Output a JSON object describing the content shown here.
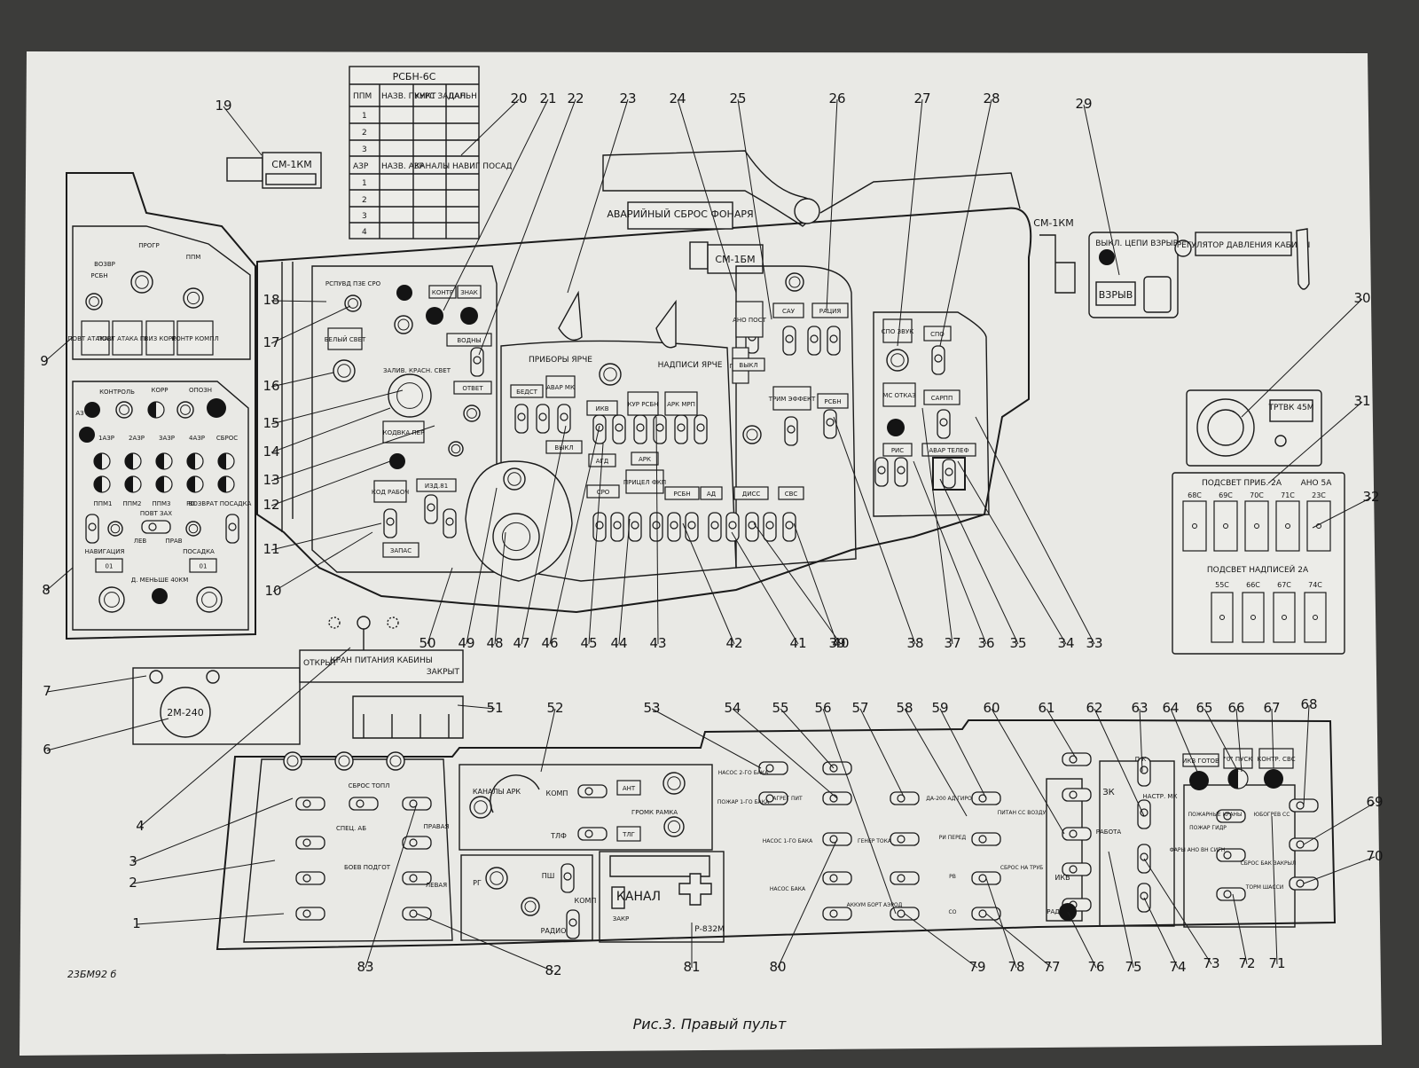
{
  "sheet": {
    "caption": "Рис.3.  Правый пульт",
    "code": "23БМ92 б",
    "paper_color": "#e9e9e5",
    "ink_color": "#1a1a1a"
  },
  "rsbn_table": {
    "title": "РСБН-6С",
    "head_row1": [
      "ППМ",
      "НАЗВ. ПУНКТ",
      "КУРС ЗАДАН",
      "ДАЛЬН"
    ],
    "rows1": [
      "1",
      "2",
      "3"
    ],
    "head_row2": [
      "АЗР",
      "НАЗВ. АЗР",
      "КАНАЛЫ НАВИГ ПОСАД"
    ],
    "rows2": [
      "1",
      "2",
      "3",
      "4"
    ]
  },
  "labels": {
    "sm1km_left": "СМ-1КМ",
    "sm1km_right": "СМ-1КМ",
    "sm1bm": "СМ-1БМ",
    "canopy": "АВАРИЙНЫЙ СБРОС ФОНАРЯ",
    "explode": "ВЫКЛ. ЦЕПИ ВЗРЫВ",
    "explode_btn": "ВЗРЫВ",
    "pressure": "РЕГУЛЯТОР ДАВЛЕНИЯ КАБИНЫ",
    "trtvk": "ТРТВК 45М",
    "backlight_instr": "ПОДСВЕТ ПРИБ. 2А",
    "ano": "АНО 5А",
    "backlight_inscr": "ПОДСВЕТ НАДПИСЕЙ 2А",
    "fuses_top": [
      "68С",
      "69С",
      "70С",
      "71С",
      "23С"
    ],
    "fuses_bottom": [
      "55С",
      "66С",
      "67С",
      "74С"
    ],
    "crane": "КРАН ПИТАНИЯ КАБИНЫ",
    "open": "ОТКРЫТ",
    "closed": "ЗАКРЫТ",
    "gauge": "2М-240",
    "instr_bright": "ПРИБОРЫ ЯРЧЕ",
    "inscr_bright": "НАДПИСИ ЯРЧЕ",
    "rspuvd": "РСПУВД ПЗЕ СРО",
    "kontr": "КОНТР",
    "znak": "ЗНАК",
    "white_light": "БЕЛЫЙ СВЕТ",
    "red_light": "ЗАЛИВ. КРАСН. СВЕТ",
    "vody": "ВОДНЫ",
    "otvet": "ОТВЕТ",
    "kodvka": "КОДВКА ПЕР",
    "kod_rab": "КОД РАБОЧ",
    "izd81": "ИЗД.81",
    "zapas": "ЗАПАС",
    "bedst": "БЕДСТ",
    "avar_mk": "АВАР МК",
    "vykl": "ВЫКЛ",
    "ikv": "ИКВ",
    "kur_rsbn": "КУР РСБН",
    "ark_mrp": "АРК МРП",
    "agd": "АГД",
    "ark": "АРК",
    "pritsel_fkp": "ПРИЦЕЛ ФКП",
    "sro": "СРО",
    "rsbn": "РСБН",
    "ad": "АД",
    "diss": "ДИСС",
    "svs": "СВС",
    "ano_post": "АНО ПОСТ",
    "proval": "ПРОБЛ",
    "sau": "САУ",
    "ratsiya": "РАЦИЯ",
    "trim": "ТРИМ ЭФФЕКТ",
    "rsbn2": "РСБН",
    "spo_zvuk": "СПО ЗВУК",
    "spo": "СПО",
    "ms_otkaz": "МС ОТКАЗ",
    "sarpp": "САРПП",
    "ris": "РИС",
    "avar_telef": "АВАР ТЕЛЕФ",
    "progr": "ПРОГР",
    "vozvr": "ВОЗВР",
    "rsbn_sw": "РСБН",
    "ppm": "ППМ",
    "povt_lev": "ПОВТ АТАКА ЛЕВ",
    "povt_prav": "ПОВТ АТАКА ПРАВ",
    "viz_korr": "ВИЗ КОРР",
    "kontr_kompl": "КОНТР КОМПЛ",
    "kontrol": "КОНТРОЛЬ",
    "korr": "КОРР",
    "opozn": "ОПОЗН",
    "az": "АЗ",
    "azr_row": [
      "1АЗР",
      "2АЗР",
      "3АЗР",
      "4АЗР",
      "СБРОС"
    ],
    "ppm_row": [
      "ППМ1",
      "ППМ2",
      "ППМ3",
      "РО",
      "ВОЗВРАТ ПОСАДКА"
    ],
    "povt_zakh": "ПОВТ ЗАХ",
    "lev": "ЛЕВ",
    "prav": "ПРАВ",
    "navigatsiya": "НАВИГАЦИЯ",
    "posadka": "ПОСАДКА",
    "code01": "01",
    "d_less": "Д. МЕНЬШЕ 40КМ",
    "kanaly_ark": "КАНАЛЫ АРК",
    "komp": "КОМП",
    "ant": "АНТ",
    "tlf": "ТЛФ",
    "tlg": "ТЛГ",
    "gromk": "ГРОМК РАМКА",
    "rg": "РГ",
    "pshch": "ПШ",
    "radio": "РАДИО",
    "kanal": "КАНАЛ",
    "r832": "Р-832М",
    "zakr": "ЗАКР",
    "sec_left": [
      "СПЕЦ. АБ",
      "ПРАВАЯ",
      "ЛЕВАЯ",
      "БОЕВ ПОДГОТ",
      "СБРОС ТОПЛ"
    ],
    "ikv_gotov": "ИКВ ГОТОВ",
    "pusk": "\"0\" ПУСК",
    "kontr_svs": "КОНТР. СВС",
    "pk": "П К",
    "nastr_mk": "НАСТР. МК",
    "zk": "ЗК",
    "rabota": "РАБОТА",
    "ikv2": "ИКВ",
    "rad_kor": "РАД КОР",
    "mid_cols": [
      "НАСОС 2-ГО БАКА",
      "АГРЕГ ПИТ",
      "НАСОС 1-ГО БАКА",
      "НАСОС БАКА",
      "ПОЖАР 1-ГО БАКА",
      "ГЕНЕР ТОКА",
      "АККУМ БОРТ АЭРОД",
      "ДА-200 АД ГИРО",
      "РИ ПЕРЕД",
      "РВ",
      "СО",
      "ПИТАН СС ВОЗДУ",
      "СБРОС НА ТРУБ"
    ],
    "right_cols": [
      "ФАРЫ АНО ВН СИГН",
      "ПОЖАР ГИДР",
      "ПОЖАРНЫЕ КРАНЫ",
      "ТОРМ ШАССИ",
      "ЮБОГРЕВ СС",
      "СБРОС БАК ЗАКРЫЛ"
    ]
  },
  "callouts": [
    "1",
    "2",
    "3",
    "4",
    "6",
    "7",
    "8",
    "9",
    "10",
    "11",
    "12",
    "13",
    "14",
    "15",
    "16",
    "17",
    "18",
    "19",
    "20",
    "21",
    "22",
    "23",
    "24",
    "25",
    "26",
    "27",
    "28",
    "29",
    "30",
    "31",
    "32",
    "33",
    "34",
    "35",
    "36",
    "37",
    "38",
    "39",
    "40",
    "41",
    "42",
    "43",
    "44",
    "45",
    "46",
    "47",
    "48",
    "49",
    "50",
    "51",
    "52",
    "53",
    "54",
    "55",
    "56",
    "57",
    "58",
    "59",
    "60",
    "61",
    "62",
    "63",
    "64",
    "65",
    "66",
    "67",
    "68",
    "69",
    "70",
    "71",
    "72",
    "73",
    "74",
    "75",
    "76",
    "77",
    "78",
    "79",
    "80",
    "81",
    "82",
    "83"
  ]
}
